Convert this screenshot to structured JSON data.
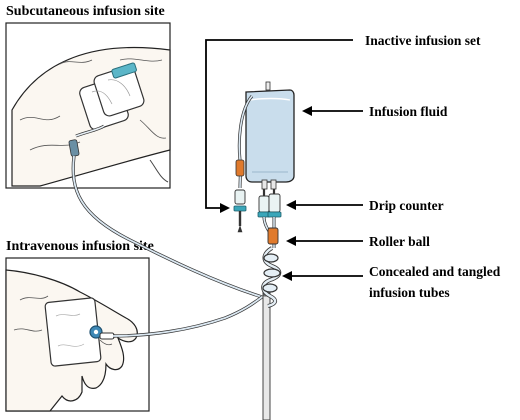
{
  "panels": {
    "subcutaneous": "Subcutaneous infusion site",
    "intravenous": "Intravenous infusion site"
  },
  "labels": {
    "inactive_set": "Inactive infusion set",
    "fluid": "Infusion fluid",
    "drip_counter": "Drip counter",
    "roller_ball": "Roller ball",
    "tubes_line1": "Concealed and tangled",
    "tubes_line2": "infusion tubes"
  },
  "colors": {
    "fluid": "#c9ddec",
    "tube": "#dbe8f2",
    "outline": "#222222",
    "roller": "#e07a2c",
    "connector": "#3aa6b9",
    "skin": "#fdfaf6"
  }
}
